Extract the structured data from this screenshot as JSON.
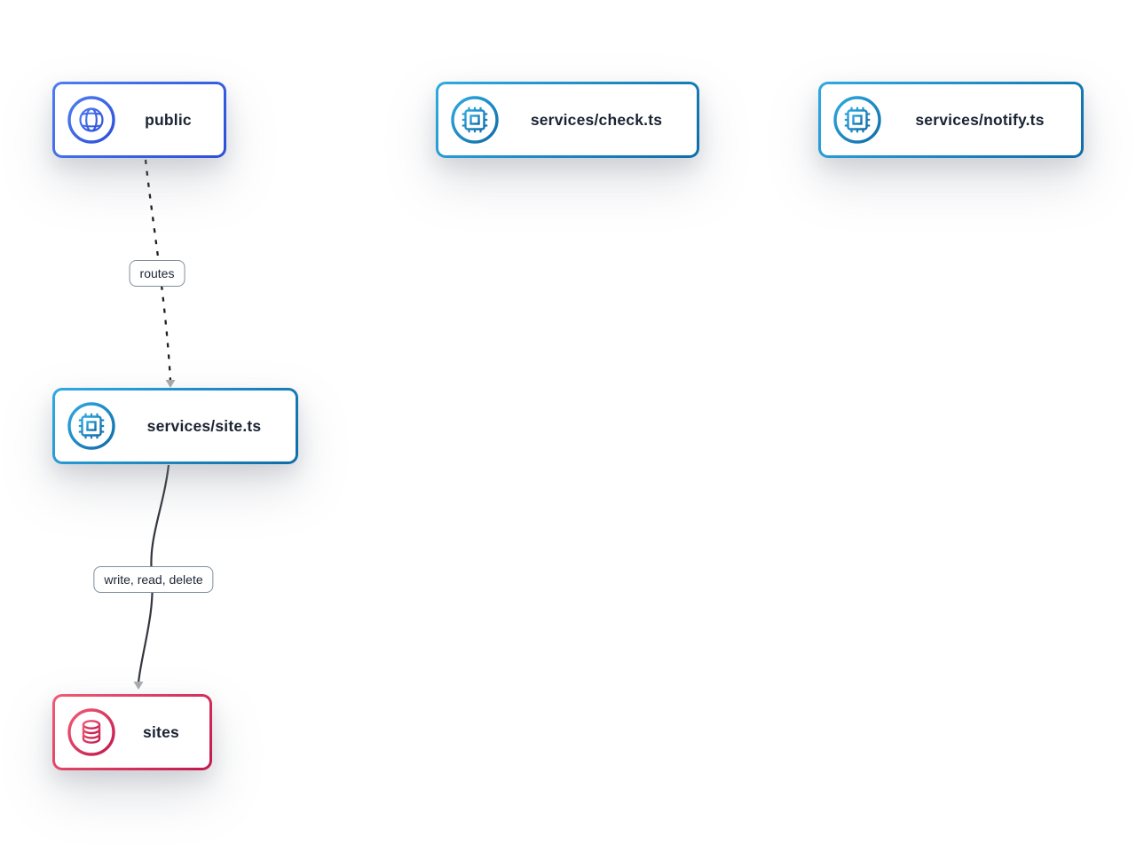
{
  "diagram": {
    "background_color": "#FFFFFF",
    "nodes": [
      {
        "id": "public",
        "label": "public",
        "icon": "globe-icon",
        "accent_from": "#4E7DF1",
        "accent_to": "#2B4FD8"
      },
      {
        "id": "services-check",
        "label": "services/check.ts",
        "icon": "chip-icon",
        "accent_from": "#2FA9E1",
        "accent_to": "#0F6CA8"
      },
      {
        "id": "services-notify",
        "label": "services/notify.ts",
        "icon": "chip-icon",
        "accent_from": "#2FA9E1",
        "accent_to": "#0F6CA8"
      },
      {
        "id": "services-site",
        "label": "services/site.ts",
        "icon": "chip-icon",
        "accent_from": "#2FA9E1",
        "accent_to": "#0F6CA8"
      },
      {
        "id": "sites",
        "label": "sites",
        "icon": "database-icon",
        "accent_from": "#F05C74",
        "accent_to": "#C2184E"
      }
    ],
    "edges": [
      {
        "from": "public",
        "to": "services-site",
        "label": "routes",
        "line_style": "dashed",
        "line_color": "#1F1F1F",
        "arrow_color": "#A9ABAF"
      },
      {
        "from": "services-site",
        "to": "sites",
        "label": "write, read, delete",
        "line_style": "solid",
        "line_color": "#33373D",
        "arrow_color": "#A9ABAF"
      }
    ],
    "edge_label_style": {
      "background": "#FFFFFF",
      "border_color": "#818D9B",
      "text_color": "#1C2534"
    },
    "node_text_color": "#1B2433"
  }
}
